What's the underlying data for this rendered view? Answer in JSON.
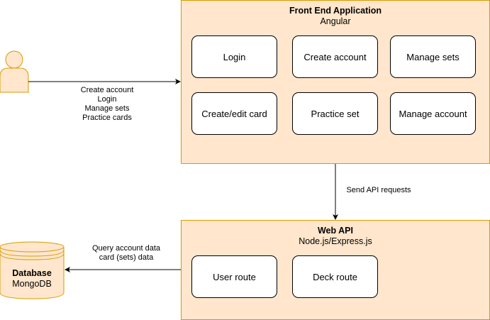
{
  "frontend": {
    "title": "Front End Application",
    "subtitle": "Angular",
    "boxes": [
      "Login",
      "Create account",
      "Manage sets",
      "Create/edit card",
      "Practice set",
      "Manage account"
    ]
  },
  "api": {
    "title": "Web API",
    "subtitle": "Node.js/Express.js",
    "boxes": [
      "User route",
      "Deck route"
    ]
  },
  "database": {
    "title": "Database",
    "subtitle": "MongoDB"
  },
  "edges": {
    "user_to_frontend": [
      "Create account",
      "Login",
      "Manage sets",
      "Practice cards"
    ],
    "frontend_to_api": "Send API requests",
    "api_to_db": [
      "Query account data",
      "card (sets) data"
    ]
  },
  "colors": {
    "container_fill": "#ffe6cc",
    "container_stroke": "#d79b00",
    "actor_fill": "#ffe6cc"
  }
}
